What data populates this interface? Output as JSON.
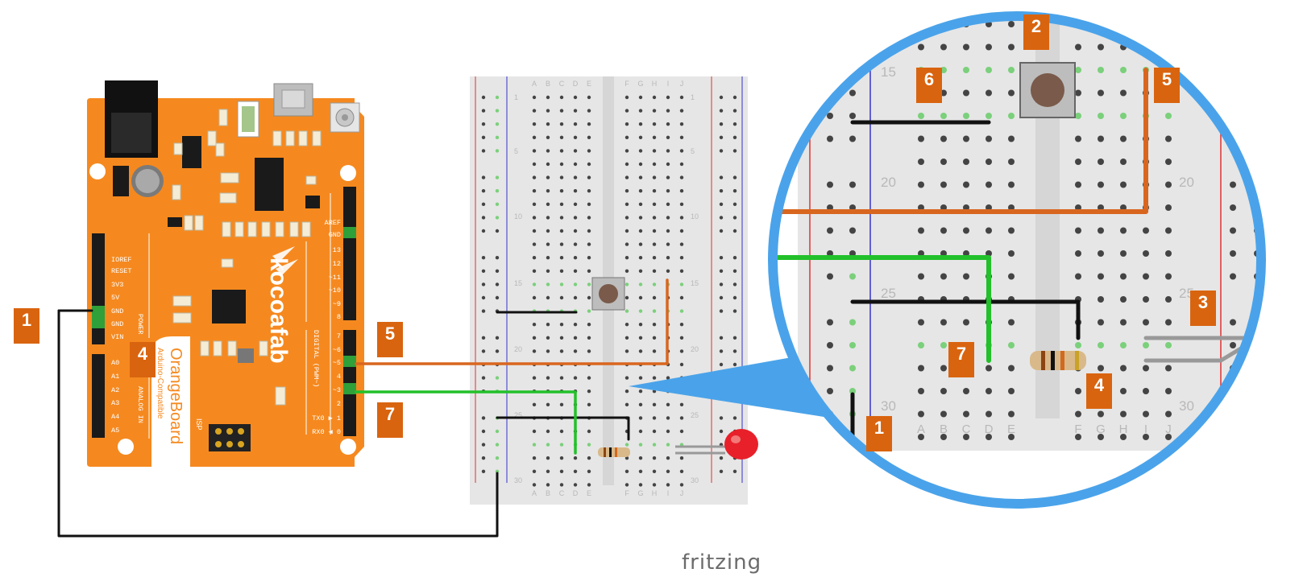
{
  "callouts": {
    "left_1": "1",
    "left_4": "4",
    "left_5": "5",
    "left_7": "7",
    "zoom_1": "1",
    "zoom_2": "2",
    "zoom_3": "3",
    "zoom_4": "4",
    "zoom_5": "5",
    "zoom_6": "6",
    "zoom_7": "7"
  },
  "board": {
    "brand": "kocoafab",
    "name": "OrangeBoard",
    "subtitle": "Arduino-Compatible",
    "isp_label": "ISP",
    "digital_label": "DIGITAL (PWM~)",
    "power_label": "POWER",
    "analog_label": "ANALOG IN",
    "power_pins": [
      "IOREF",
      "RESET",
      "3V3",
      "5V",
      "GND",
      "GND",
      "VIN"
    ],
    "analog_pins": [
      "A0",
      "A1",
      "A2",
      "A3",
      "A4",
      "A5"
    ],
    "digital_top": [
      "AREF",
      "GND",
      "13",
      "12",
      "~11",
      "~10",
      "~9",
      "8"
    ],
    "digital_bottom": [
      "7",
      "~6",
      "~5",
      "4",
      "~3",
      "2",
      "TX0 ▶ 1",
      "RX0 ◀ 0"
    ]
  },
  "breadboard": {
    "columns_left": [
      "A",
      "B",
      "C",
      "D",
      "E"
    ],
    "columns_right": [
      "F",
      "G",
      "H",
      "I",
      "J"
    ],
    "row_labels": [
      "1",
      "5",
      "10",
      "15",
      "20",
      "25",
      "30"
    ]
  },
  "zoom": {
    "row_labels": [
      "15",
      "20",
      "25",
      "30"
    ],
    "columns_left": [
      "A",
      "B",
      "C",
      "D",
      "E"
    ],
    "columns_right": [
      "F",
      "G",
      "H",
      "I",
      "J"
    ]
  },
  "footer": {
    "logo": "fritzing"
  },
  "colors": {
    "board": "#f5891f",
    "board_dark": "#e0741a",
    "callout": "#d9640f",
    "wire_orange": "#d9661f",
    "wire_green": "#22c02a",
    "wire_black": "#111111",
    "zoom_ring": "#4aa3ea",
    "breadboard": "#e6e6e6",
    "led": "#e8202a"
  }
}
